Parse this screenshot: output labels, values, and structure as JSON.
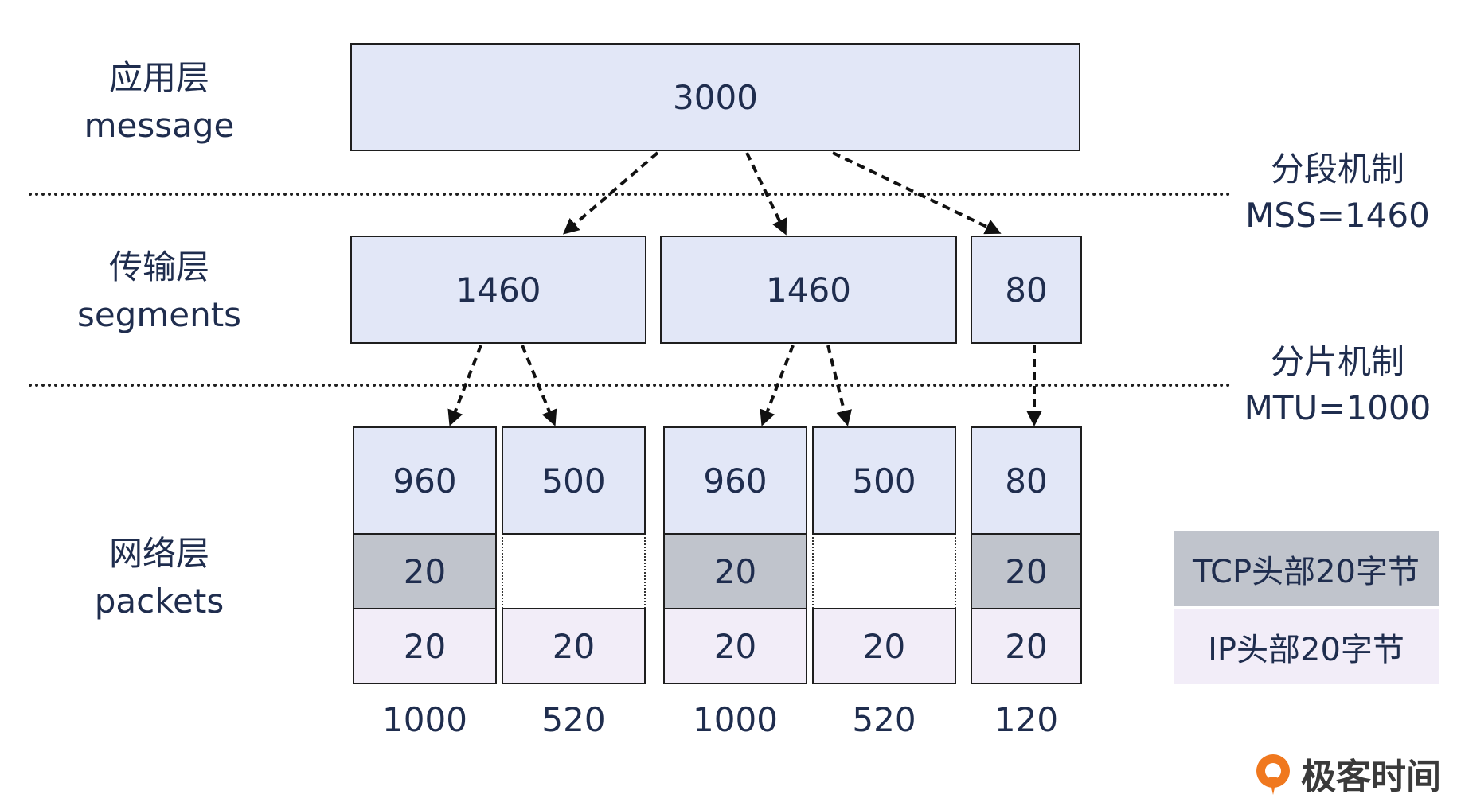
{
  "layers": {
    "application": {
      "cn": "应用层",
      "en": "message"
    },
    "transport": {
      "cn": "传输层",
      "en": "segments"
    },
    "network": {
      "cn": "网络层",
      "en": "packets"
    }
  },
  "mechanisms": {
    "segmentation": {
      "title": "分段机制",
      "param": "MSS=1460"
    },
    "fragmentation": {
      "title": "分片机制",
      "param": "MTU=1000"
    }
  },
  "message": {
    "size": "3000"
  },
  "segments": [
    "1460",
    "1460",
    "80"
  ],
  "packets": [
    {
      "data": "960",
      "tcp": "20",
      "ip": "20",
      "total": "1000"
    },
    {
      "data": "500",
      "tcp": "",
      "ip": "20",
      "total": "520"
    },
    {
      "data": "960",
      "tcp": "20",
      "ip": "20",
      "total": "1000"
    },
    {
      "data": "500",
      "tcp": "",
      "ip": "20",
      "total": "520"
    },
    {
      "data": "80",
      "tcp": "20",
      "ip": "20",
      "total": "120"
    }
  ],
  "legend": {
    "tcp_header": "TCP头部20字节",
    "ip_header": "IP头部20字节"
  },
  "colors": {
    "data_fill": "#e2e7f7",
    "tcp_fill": "#c0c4cc",
    "ip_fill": "#f2edf8",
    "text": "#1f2d4e",
    "brand_orange": "#f0781e"
  },
  "brand": {
    "name": "极客时间",
    "icon": "geektime-logo-icon"
  }
}
